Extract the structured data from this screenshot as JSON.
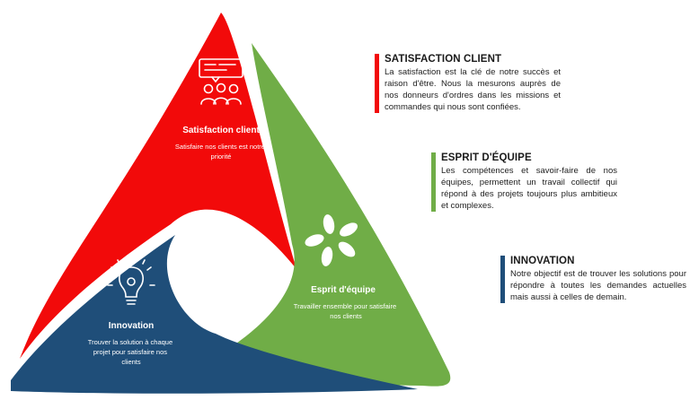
{
  "colors": {
    "red": "#f20a0a",
    "green": "#70ad47",
    "blue": "#1f4e79"
  },
  "segments": {
    "satisfaction": {
      "title": "Satisfaction client",
      "desc_lines": [
        "Satisfaire nos clients est notre",
        "priorité"
      ],
      "icon": "meeting-icon"
    },
    "equipe": {
      "title": "Esprit d'équipe",
      "desc_lines": [
        "Travailler ensemble pour satisfaire",
        "nos clients"
      ],
      "icon": "teamwork-hands-icon"
    },
    "innovation": {
      "title": "Innovation",
      "desc_lines": [
        "Trouver la solution à chaque",
        "projet pour satisfaire nos",
        "clients"
      ],
      "icon": "lightbulb-gear-icon"
    }
  },
  "blocks": {
    "satisfaction": {
      "heading": "SATISFACTION CLIENT",
      "text": "La satisfaction est la clé de notre succès et raison d'être. Nous la mesurons auprès de nos donneurs d'ordres dans les missions et commandes qui nous sont confiées."
    },
    "equipe": {
      "heading": "ESPRIT D'ÉQUIPE",
      "text": "Les compétences et savoir-faire de nos équipes, permettent un travail collectif qui répond à des projets toujours plus ambitieux et complexes."
    },
    "innovation": {
      "heading": "INNOVATION",
      "text": "Notre objectif est de trouver les solutions pour répondre à toutes les demandes actuelles mais aussi à celles de demain."
    }
  }
}
